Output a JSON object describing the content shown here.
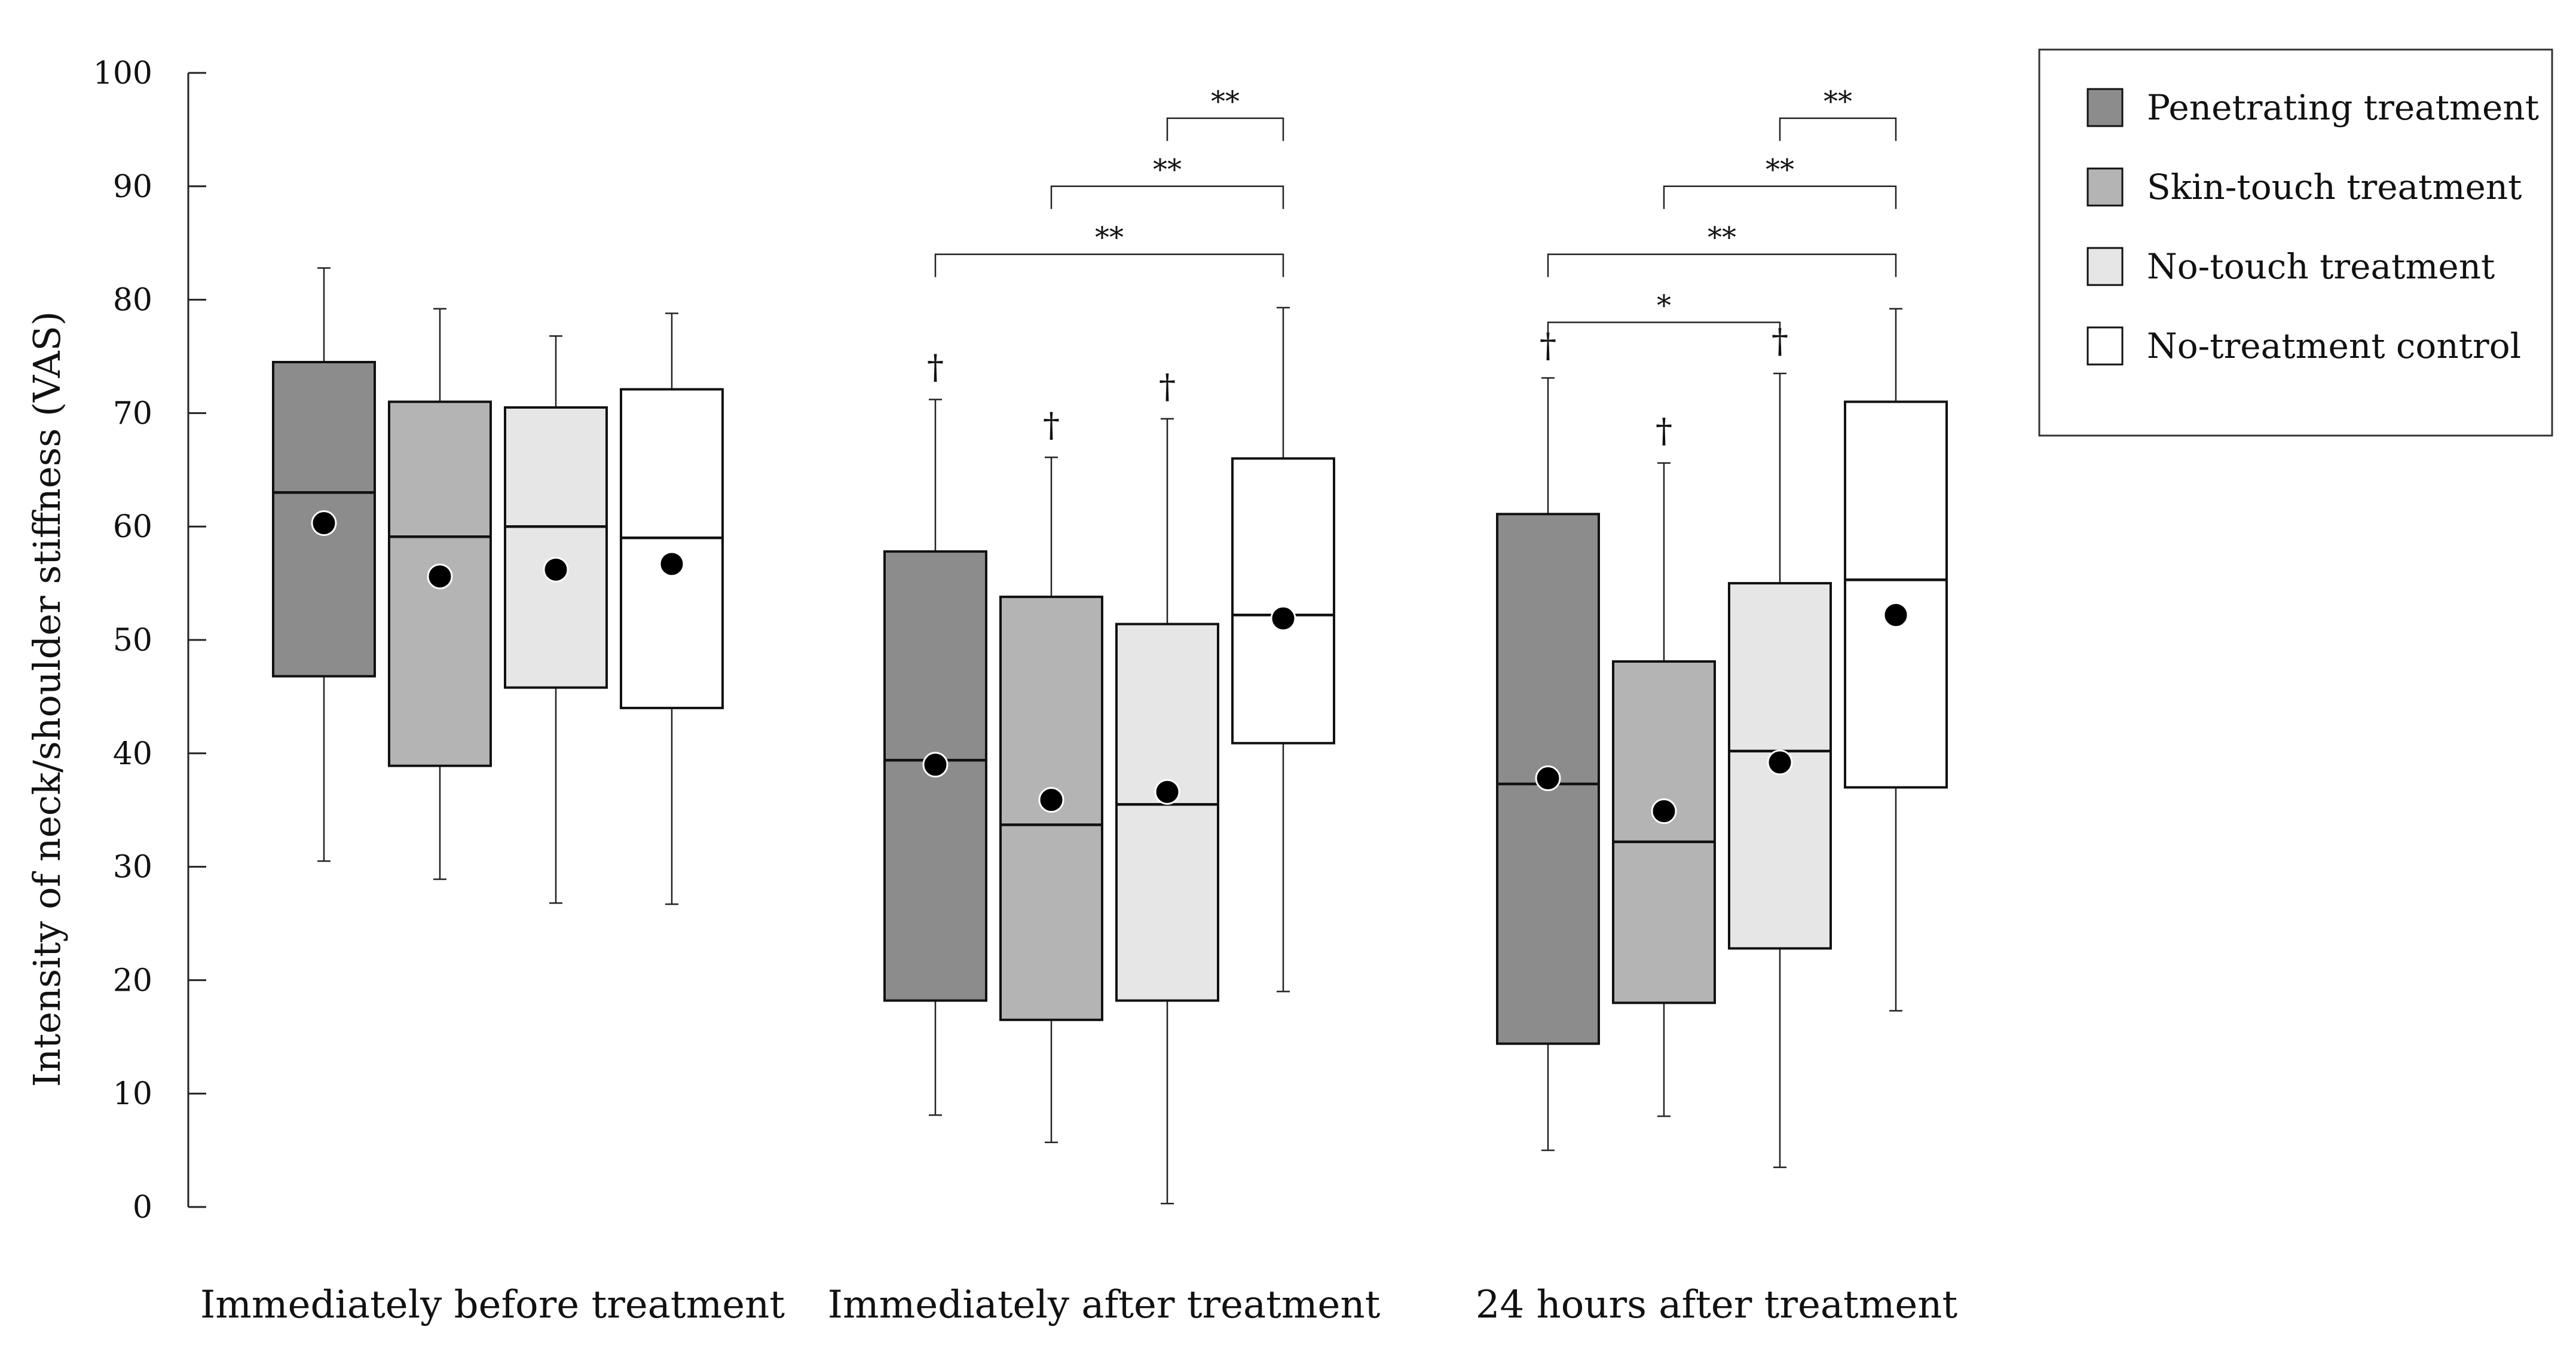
{
  "chart_data": {
    "type": "box",
    "ylabel": "Intensity of neck/shoulder stiffness (VAS)",
    "ylim": [
      0,
      100
    ],
    "yticks": [
      0,
      10,
      20,
      30,
      40,
      50,
      60,
      70,
      80,
      90,
      100
    ],
    "groups": [
      "Immediately before treatment",
      "Immediately after treatment",
      "24 hours after treatment"
    ],
    "series": [
      {
        "name": "Penetrating treatment",
        "color": "#8c8c8c",
        "boxes": [
          {
            "min": 30.5,
            "q1": 46.8,
            "median": 63,
            "q3": 74.5,
            "max": 82.8,
            "mean": 60.3,
            "mark": ""
          },
          {
            "min": 8.1,
            "q1": 18.2,
            "median": 39.4,
            "q3": 57.8,
            "max": 71.2,
            "mean": 39,
            "mark": "†"
          },
          {
            "min": 5,
            "q1": 14.4,
            "median": 37.3,
            "q3": 61.1,
            "max": 73.1,
            "mean": 37.8,
            "mark": "†"
          }
        ]
      },
      {
        "name": "Skin-touch treatment",
        "color": "#b4b4b4",
        "boxes": [
          {
            "min": 28.9,
            "q1": 38.9,
            "median": 59.1,
            "q3": 71,
            "max": 79.2,
            "mean": 55.6,
            "mark": ""
          },
          {
            "min": 5.7,
            "q1": 16.5,
            "median": 33.7,
            "q3": 53.8,
            "max": 66.1,
            "mean": 35.9,
            "mark": "†"
          },
          {
            "min": 8,
            "q1": 18,
            "median": 32.2,
            "q3": 48.1,
            "max": 65.6,
            "mean": 34.9,
            "mark": "†"
          }
        ]
      },
      {
        "name": "No-touch treatment",
        "color": "#e6e6e6",
        "boxes": [
          {
            "min": 26.8,
            "q1": 45.8,
            "median": 60,
            "q3": 70.5,
            "max": 76.8,
            "mean": 56.2,
            "mark": ""
          },
          {
            "min": 0.3,
            "q1": 18.2,
            "median": 35.5,
            "q3": 51.4,
            "max": 69.5,
            "mean": 36.6,
            "mark": "†"
          },
          {
            "min": 3.5,
            "q1": 22.8,
            "median": 40.2,
            "q3": 55,
            "max": 73.5,
            "mean": 39.2,
            "mark": "†"
          }
        ]
      },
      {
        "name": "No-treatment control",
        "color": "#ffffff",
        "boxes": [
          {
            "min": 26.7,
            "q1": 44,
            "median": 59,
            "q3": 72.1,
            "max": 78.8,
            "mean": 56.7,
            "mark": ""
          },
          {
            "min": 19,
            "q1": 40.9,
            "median": 52.2,
            "q3": 66,
            "max": 79.3,
            "mean": 51.9,
            "mark": ""
          },
          {
            "min": 17.3,
            "q1": 37,
            "median": 55.3,
            "q3": 71,
            "max": 79.2,
            "mean": 52.2,
            "mark": ""
          }
        ]
      }
    ],
    "significance": [
      {
        "group": 1,
        "from": 2,
        "to": 3,
        "y": 96,
        "label": "**"
      },
      {
        "group": 1,
        "from": 1,
        "to": 3,
        "y": 90,
        "label": "**"
      },
      {
        "group": 1,
        "from": 0,
        "to": 3,
        "y": 84,
        "label": "**"
      },
      {
        "group": 2,
        "from": 2,
        "to": 3,
        "y": 96,
        "label": "**"
      },
      {
        "group": 2,
        "from": 1,
        "to": 3,
        "y": 90,
        "label": "**"
      },
      {
        "group": 2,
        "from": 0,
        "to": 3,
        "y": 84,
        "label": "**"
      },
      {
        "group": 2,
        "from": 0,
        "to": 2,
        "y": 78,
        "label": "*"
      }
    ],
    "legend": {
      "position": "top-right",
      "entries": [
        "Penetrating treatment",
        "Skin-touch treatment",
        "No-touch treatment",
        "No-treatment control"
      ]
    }
  }
}
